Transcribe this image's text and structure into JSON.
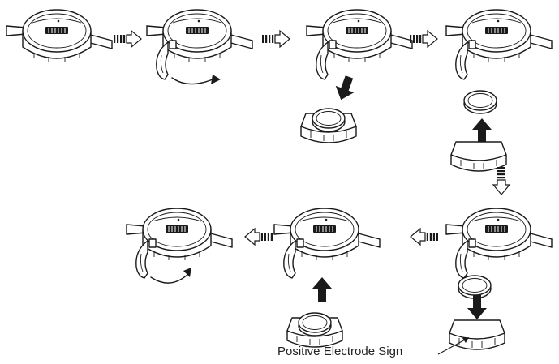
{
  "annotation": {
    "positive_electrode_label": "Positive Electrode Sign"
  },
  "colors": {
    "line": "#1a1a1a",
    "background": "#ffffff"
  },
  "icons": {
    "step_arrow": "hatched-outline-arrow",
    "battery_motion_arrow": "solid-black-arrow",
    "cover_motion_arrow": "curved-arrow"
  }
}
